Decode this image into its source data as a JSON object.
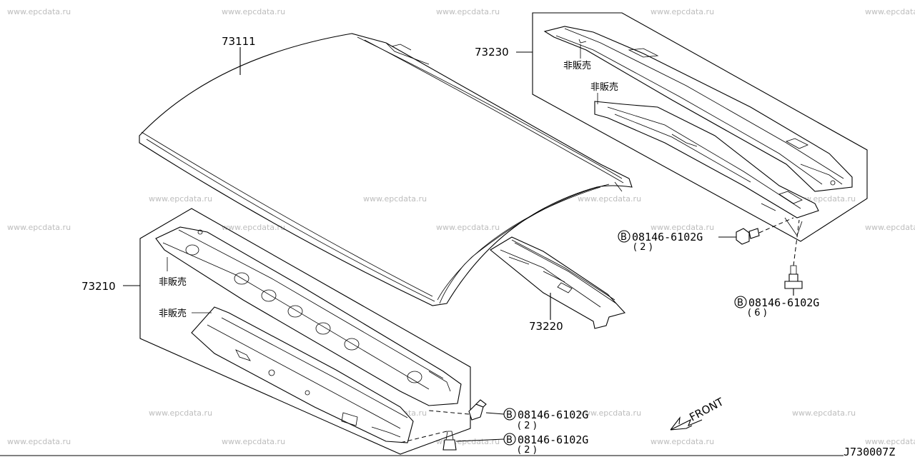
{
  "watermark": "www.epcdata.ru",
  "parts": {
    "roof_panel": "73111",
    "rail_rear": "73230",
    "rail_front": "73210",
    "bow": "73220"
  },
  "notes": {
    "not_for_sale": "非販売"
  },
  "bolts": [
    {
      "code": "08146-6102G",
      "qty": "( 2 )"
    },
    {
      "code": "08146-6102G",
      "qty": "( 6 )"
    },
    {
      "code": "08146-6102G",
      "qty": "( 2 )"
    },
    {
      "code": "08146-6102G",
      "qty": "( 2 )"
    }
  ],
  "symbols": {
    "bolt_mark": "B"
  },
  "direction": "FRONT",
  "diagram_code": "J730007Z"
}
